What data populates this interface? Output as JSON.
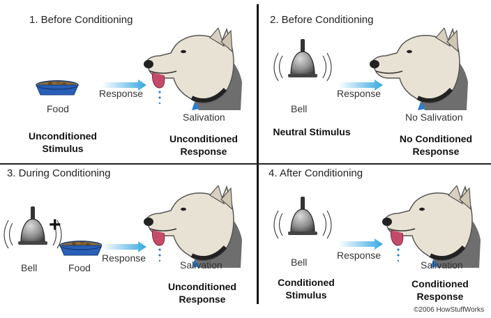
{
  "panels": [
    {
      "title": "1. Before Conditioning",
      "item_label": "Food",
      "arrow_label": "Response",
      "dog_label": "Salivation",
      "stimulus": [
        "Unconditioned",
        "Stimulus"
      ],
      "response": [
        "Unconditioned",
        "Response"
      ]
    },
    {
      "title": "2. Before Conditioning",
      "item_label": "Bell",
      "arrow_label": "Response",
      "dog_label": "No Salivation",
      "stimulus": [
        "Neutral Stimulus"
      ],
      "response": [
        "No Conditioned",
        "Response"
      ]
    },
    {
      "title": "3. During Conditioning",
      "item_label": "Bell",
      "item_label_2": "Food",
      "plus": "+",
      "arrow_label": "Response",
      "dog_label": "Salivation",
      "response": [
        "Unconditioned",
        "Response"
      ]
    },
    {
      "title": "4. After Conditioning",
      "item_label": "Bell",
      "arrow_label": "Response",
      "dog_label": "Salivation",
      "stimulus": [
        "Conditioned",
        "Stimulus"
      ],
      "response": [
        "Conditioned",
        "Response"
      ]
    }
  ],
  "copyright": "©2006 HowStuffWorks",
  "colors": {
    "arrow": "#35a8e0",
    "bowl": "#2a5fb8",
    "collar_tag": "#2a7fd0",
    "dog_fur": "#e8e2d4",
    "dog_shadow": "#6e6e6e"
  }
}
